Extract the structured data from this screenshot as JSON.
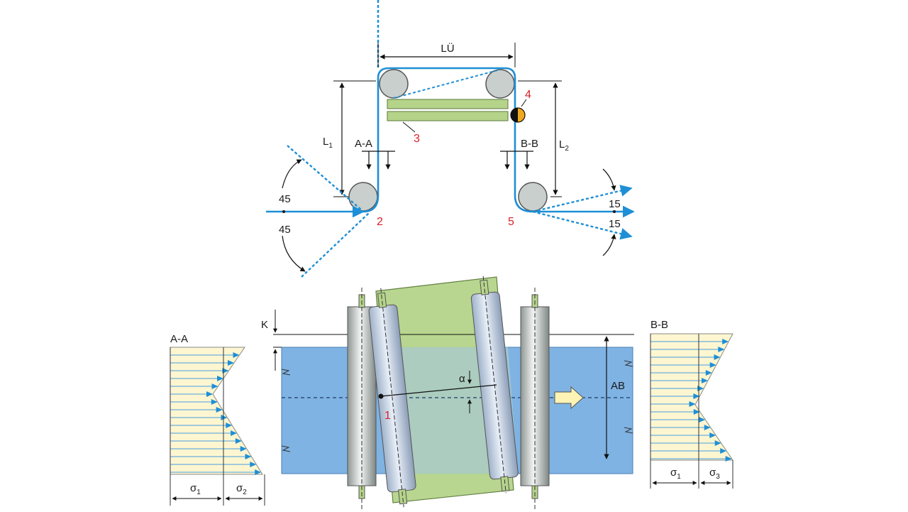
{
  "labels": {
    "lu": "LÜ",
    "l1_main": "L",
    "l1_sub": "1",
    "l2_main": "L",
    "l2_sub": "2",
    "section_aa": "A-A",
    "section_bb": "B-B",
    "angle_in_top": "45",
    "angle_in_bottom": "45",
    "angle_out_top": "15",
    "angle_out_bottom": "15",
    "k": "K",
    "alpha": "α",
    "ab": "AB",
    "profile_aa_title": "A-A",
    "profile_bb_title": "B-B",
    "sigma": "σ",
    "sigma_aa_left_sub": "1",
    "sigma_aa_right_sub": "2",
    "sigma_bb_left_sub": "1",
    "sigma_bb_right_sub": "3"
  },
  "markers": {
    "m1": "1",
    "m2": "2",
    "m3": "3",
    "m4": "4",
    "m5": "5"
  },
  "colors": {
    "web_line": "#1e8fd6",
    "web_fill": "#7fb3e3",
    "plate_green": "#b5d48a",
    "roller_grey": "#c9cfcc",
    "profile_fill": "#fdf6d0",
    "marker_red": "#d9202a",
    "sensor_orange": "#f0a81e"
  }
}
